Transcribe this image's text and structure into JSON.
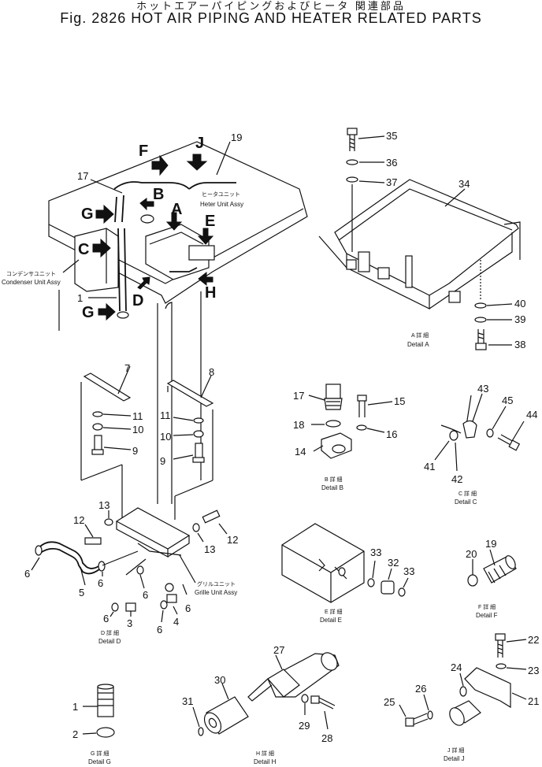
{
  "header": {
    "title_jp": "ホットエアーパイピングおよびヒータ 関連部品",
    "title_en": "Fig. 2826 HOT AIR PIPING AND HEATER RELATED PARTS"
  },
  "units": {
    "heater_jp": "ヒータユニット",
    "heater_en": "Heter Unit Assy",
    "condenser_jp": "コンデンサユニット",
    "condenser_en": "Condenser Unit Assy",
    "grille_jp": "グリルユニット",
    "grille_en": "Grille Unit Assy"
  },
  "arrows": [
    "F",
    "J",
    "B",
    "G",
    "A",
    "E",
    "C",
    "D",
    "H",
    "G"
  ],
  "details": {
    "A": {
      "jp": "A 詳 細",
      "en": "Detail A"
    },
    "B": {
      "jp": "B 詳 細",
      "en": "Detail B"
    },
    "C": {
      "jp": "C 詳 細",
      "en": "Detail C"
    },
    "D": {
      "jp": "D 詳 細",
      "en": "Detail D"
    },
    "E": {
      "jp": "E 詳 細",
      "en": "Detail E"
    },
    "F": {
      "jp": "F 詳 細",
      "en": "Detail F"
    },
    "G": {
      "jp": "G 詳 細",
      "en": "Detail G"
    },
    "H": {
      "jp": "H 詳 細",
      "en": "Detail H"
    },
    "J": {
      "jp": "J 詳 細",
      "en": "Detail J"
    }
  },
  "callouts": {
    "main": [
      "19",
      "17",
      "1"
    ],
    "detail_a": [
      "35",
      "36",
      "37",
      "34",
      "40",
      "39",
      "38"
    ],
    "grille": [
      "7",
      "8",
      "11",
      "10",
      "9",
      "11",
      "10",
      "9",
      "13",
      "12",
      "13",
      "12",
      "6",
      "5",
      "6",
      "6",
      "3",
      "6",
      "4",
      "6",
      "6"
    ],
    "detail_b": [
      "17",
      "15",
      "18",
      "16",
      "14"
    ],
    "detail_c": [
      "43",
      "45",
      "44",
      "41",
      "42"
    ],
    "detail_e": [
      "33",
      "32",
      "33"
    ],
    "detail_f": [
      "20",
      "19"
    ],
    "detail_g": [
      "1",
      "2"
    ],
    "detail_h": [
      "27",
      "30",
      "31",
      "29",
      "28"
    ],
    "detail_j": [
      "22",
      "23",
      "24",
      "26",
      "25",
      "21"
    ]
  }
}
